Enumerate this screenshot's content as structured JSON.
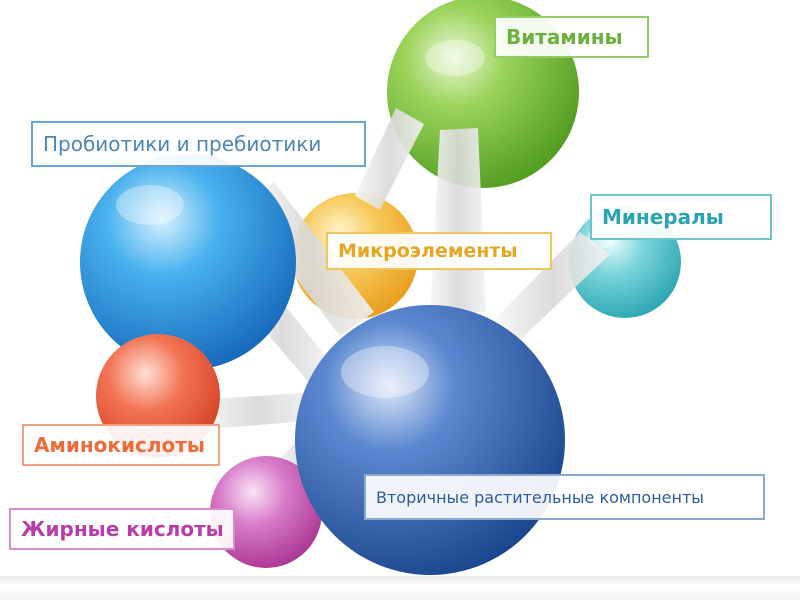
{
  "diagram": {
    "labels": {
      "vitamins": "Витамины",
      "probiotics": "Пробиотики и пребиотики",
      "minerals": "Минералы",
      "microelements": "Микроэлементы",
      "aminoacids": "Аминокислоты",
      "fatty_acids": "Жирные кислоты",
      "secondary": "Вторичные растительные компоненты"
    },
    "colors": {
      "green": "#6db03c",
      "blue": "#2f8fd8",
      "yellow": "#f2b52b",
      "teal": "#3bbcc8",
      "red": "#e8553a",
      "magenta": "#c24bb3",
      "navy": "#1f4f98"
    }
  }
}
